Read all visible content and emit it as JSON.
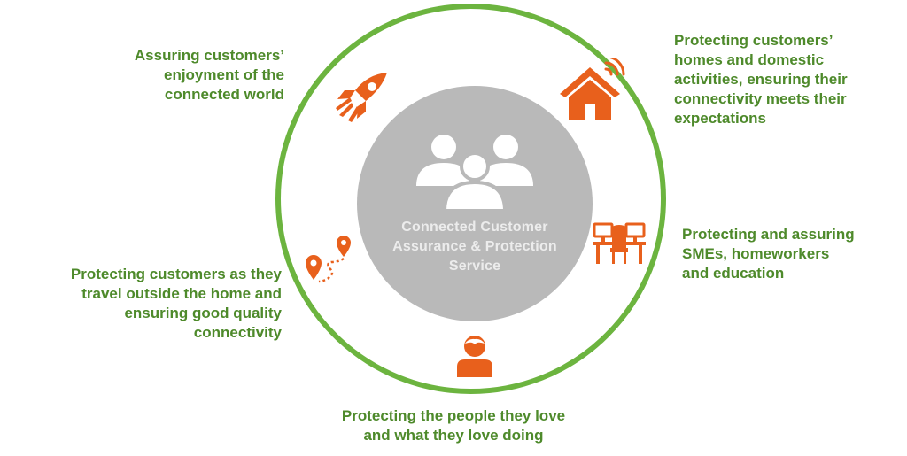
{
  "colors": {
    "ring": "#6cb43f",
    "core": "#b9b9b9",
    "core_text": "#ececec",
    "label_text": "#4e8a2b",
    "icon": "#e8601c",
    "background": "#ffffff"
  },
  "center": {
    "icon": "people-group-icon",
    "lines": [
      "Connected Customer",
      "Assurance & Protection",
      "Service"
    ]
  },
  "segments": {
    "connected_world": {
      "icon": "rocket-icon",
      "lines": [
        "Assuring customers’",
        "enjoyment of the",
        "connected world"
      ]
    },
    "home": {
      "icon": "smart-home-icon",
      "lines": [
        "Protecting customers’",
        "homes and domestic",
        "activities, ensuring their",
        "connectivity meets their",
        "expectations"
      ]
    },
    "smes": {
      "icon": "workstations-icon",
      "lines": [
        "Protecting and assuring",
        "SMEs, homeworkers",
        "and education"
      ]
    },
    "people": {
      "icon": "person-icon",
      "lines": [
        "Protecting the people they love",
        "and what they love doing"
      ]
    },
    "travel": {
      "icon": "route-pins-icon",
      "lines": [
        "Protecting customers as they",
        "travel outside the home and",
        "ensuring good quality",
        "connectivity"
      ]
    }
  }
}
